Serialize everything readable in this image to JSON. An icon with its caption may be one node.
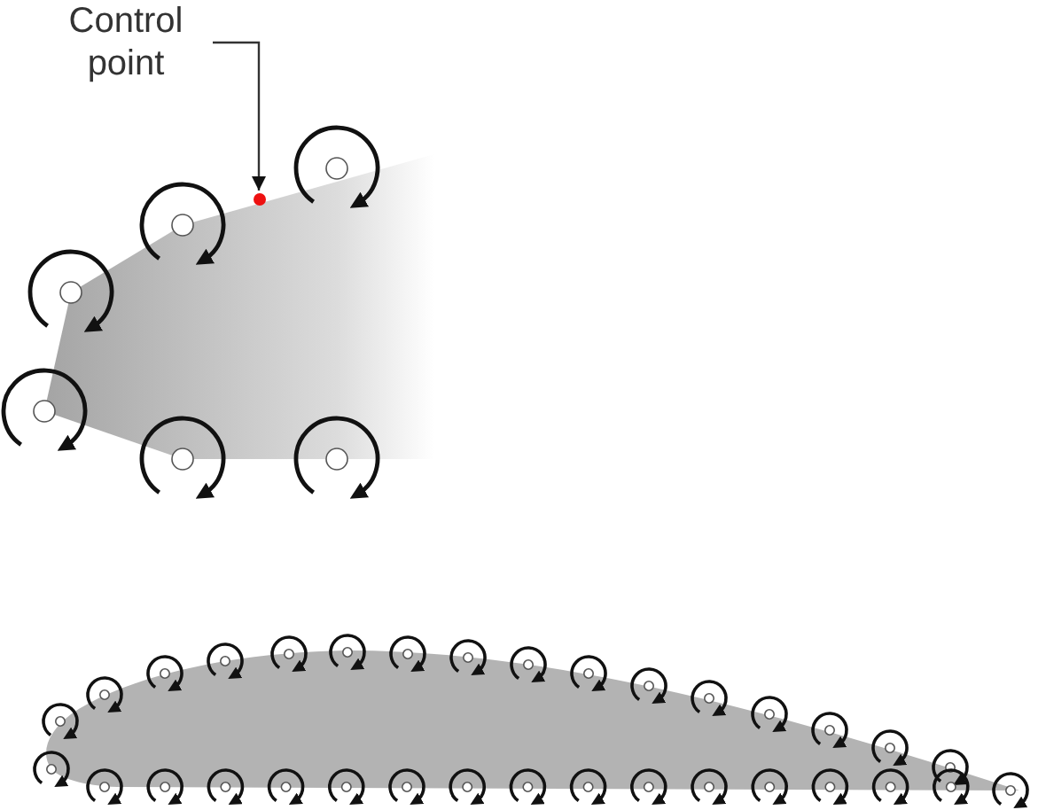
{
  "diagram": {
    "nodes": [
      {
        "text": [
          "Control point"
        ]
      },
      {
        "text": [],
        "shape": "circle"
      }
    ],
    "edges": [
      {
        "from": 0,
        "to": 1,
        "arrow": "to"
      }
    ]
  }
}
